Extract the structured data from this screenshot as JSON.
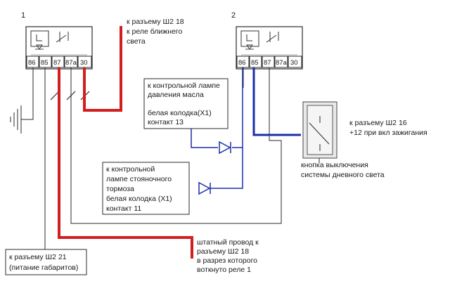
{
  "relay1": {
    "number": "1",
    "pins": [
      "86",
      "85",
      "87",
      "87a",
      "30"
    ]
  },
  "relay2": {
    "number": "2",
    "pins": [
      "86",
      "85",
      "87",
      "87a",
      "30"
    ]
  },
  "notes": {
    "low_beam": [
      "к разъему Ш2 18",
      "к реле ближнего",
      "света"
    ],
    "oil_lamp": [
      "к контрольной лампе",
      "давления масла",
      "",
      "белая колодка(X1)",
      "контакт 13"
    ],
    "parking_lamp": [
      "к контрольной",
      "лампе стояночного",
      "тормоза",
      "белая колодка (X1)",
      "контакт 11"
    ],
    "sh2_16": [
      "к разъему Ш2 16",
      "+12 при вкл зажигания"
    ],
    "switch_label": [
      "кнопка выключения",
      "системы дневного света"
    ],
    "sh2_21": [
      "к разъему Ш2 21",
      "(питание габаритов)"
    ],
    "stock_wire": [
      "штатный провод к",
      "разъему Ш2 18",
      "в разрез которого",
      "воткнуто реле 1"
    ]
  },
  "colors": {
    "wire": "#2b2b2b",
    "red_wire": "#d11f1f",
    "blue_wire": "#1b2fa8"
  }
}
